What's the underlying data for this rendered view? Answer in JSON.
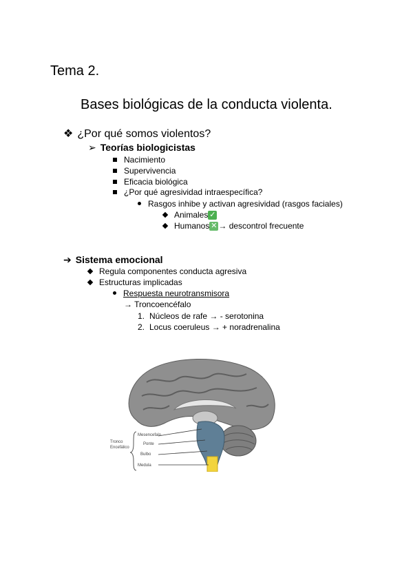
{
  "title": "Tema 2.",
  "subtitle": "Bases biológicas de la conducta violenta.",
  "section1": {
    "bullet": "❖",
    "heading": "¿Por qué somos violentos?",
    "sub": {
      "arrow": "➢",
      "heading": "Teorías biologicistas",
      "items": [
        "Nacimiento",
        "Supervivencia",
        "Eficacia biológica",
        "¿Por qué agresividad intraespecífica?"
      ],
      "nested": {
        "text": "Rasgos inhibe y activan agresividad (rasgos faciales)",
        "items": [
          {
            "label": "Animales",
            "icon": "check-icon"
          },
          {
            "label": "Humanos",
            "icon": "cross-icon",
            "after": "→ descontrol frecuente"
          }
        ]
      }
    }
  },
  "section2": {
    "arrow": "➔",
    "heading": "Sistema emocional",
    "items": [
      "Regula componentes conducta agresiva",
      "Estructuras implicadas"
    ],
    "response": "Respuesta neurotransmisora",
    "trunk": "→ Troncoencéfalo",
    "numbered": [
      {
        "n": "1.",
        "text": "Núcleos de rafe → - serotonina"
      },
      {
        "n": "2.",
        "text": "Locus coeruleus → + noradrenalina"
      }
    ]
  },
  "figure": {
    "labels": {
      "tronco_1": "Tronco",
      "tronco_2": "Encefálico",
      "mesencefalo": "Mesencefalo",
      "ponte": "Ponte",
      "bulbo": "Bulbo",
      "medula": "Medula"
    }
  },
  "colors": {
    "brain_gray": "#8f8f8f",
    "brainstem_blue": "#5f7f96",
    "spinal_yellow": "#f2d43c",
    "check_green": "#4caf50"
  }
}
